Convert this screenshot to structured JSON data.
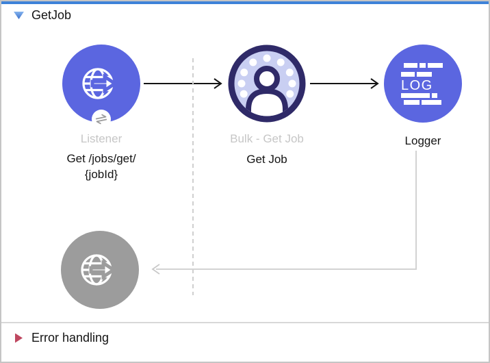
{
  "flow": {
    "title": "GetJob",
    "nodes": {
      "listener": {
        "type_label": "Listener",
        "path_line1": "Get /jobs/get/",
        "path_line2": "{jobId}"
      },
      "bulk": {
        "type_label": "Bulk - Get Job",
        "name": "Get Job"
      },
      "logger": {
        "name": "Logger",
        "icon_text": "LOG"
      }
    }
  },
  "error_handling": {
    "title": "Error handling"
  },
  "colors": {
    "selection_bar_blue": "#3e82d8",
    "disclosure_blue": "#4a90e2",
    "node_indigo": "#5b66e0",
    "node_gray": "#9c9c9c",
    "bulk_navy": "#2f2a68",
    "bulk_lavender": "#c9cff2",
    "muted_label_gray": "#c6c6c6",
    "connector_black": "#141414",
    "connector_return_gray": "#d2d2d2",
    "error_triangle_red": "#bf4860",
    "frame_border_gray": "#c5c5c5"
  }
}
